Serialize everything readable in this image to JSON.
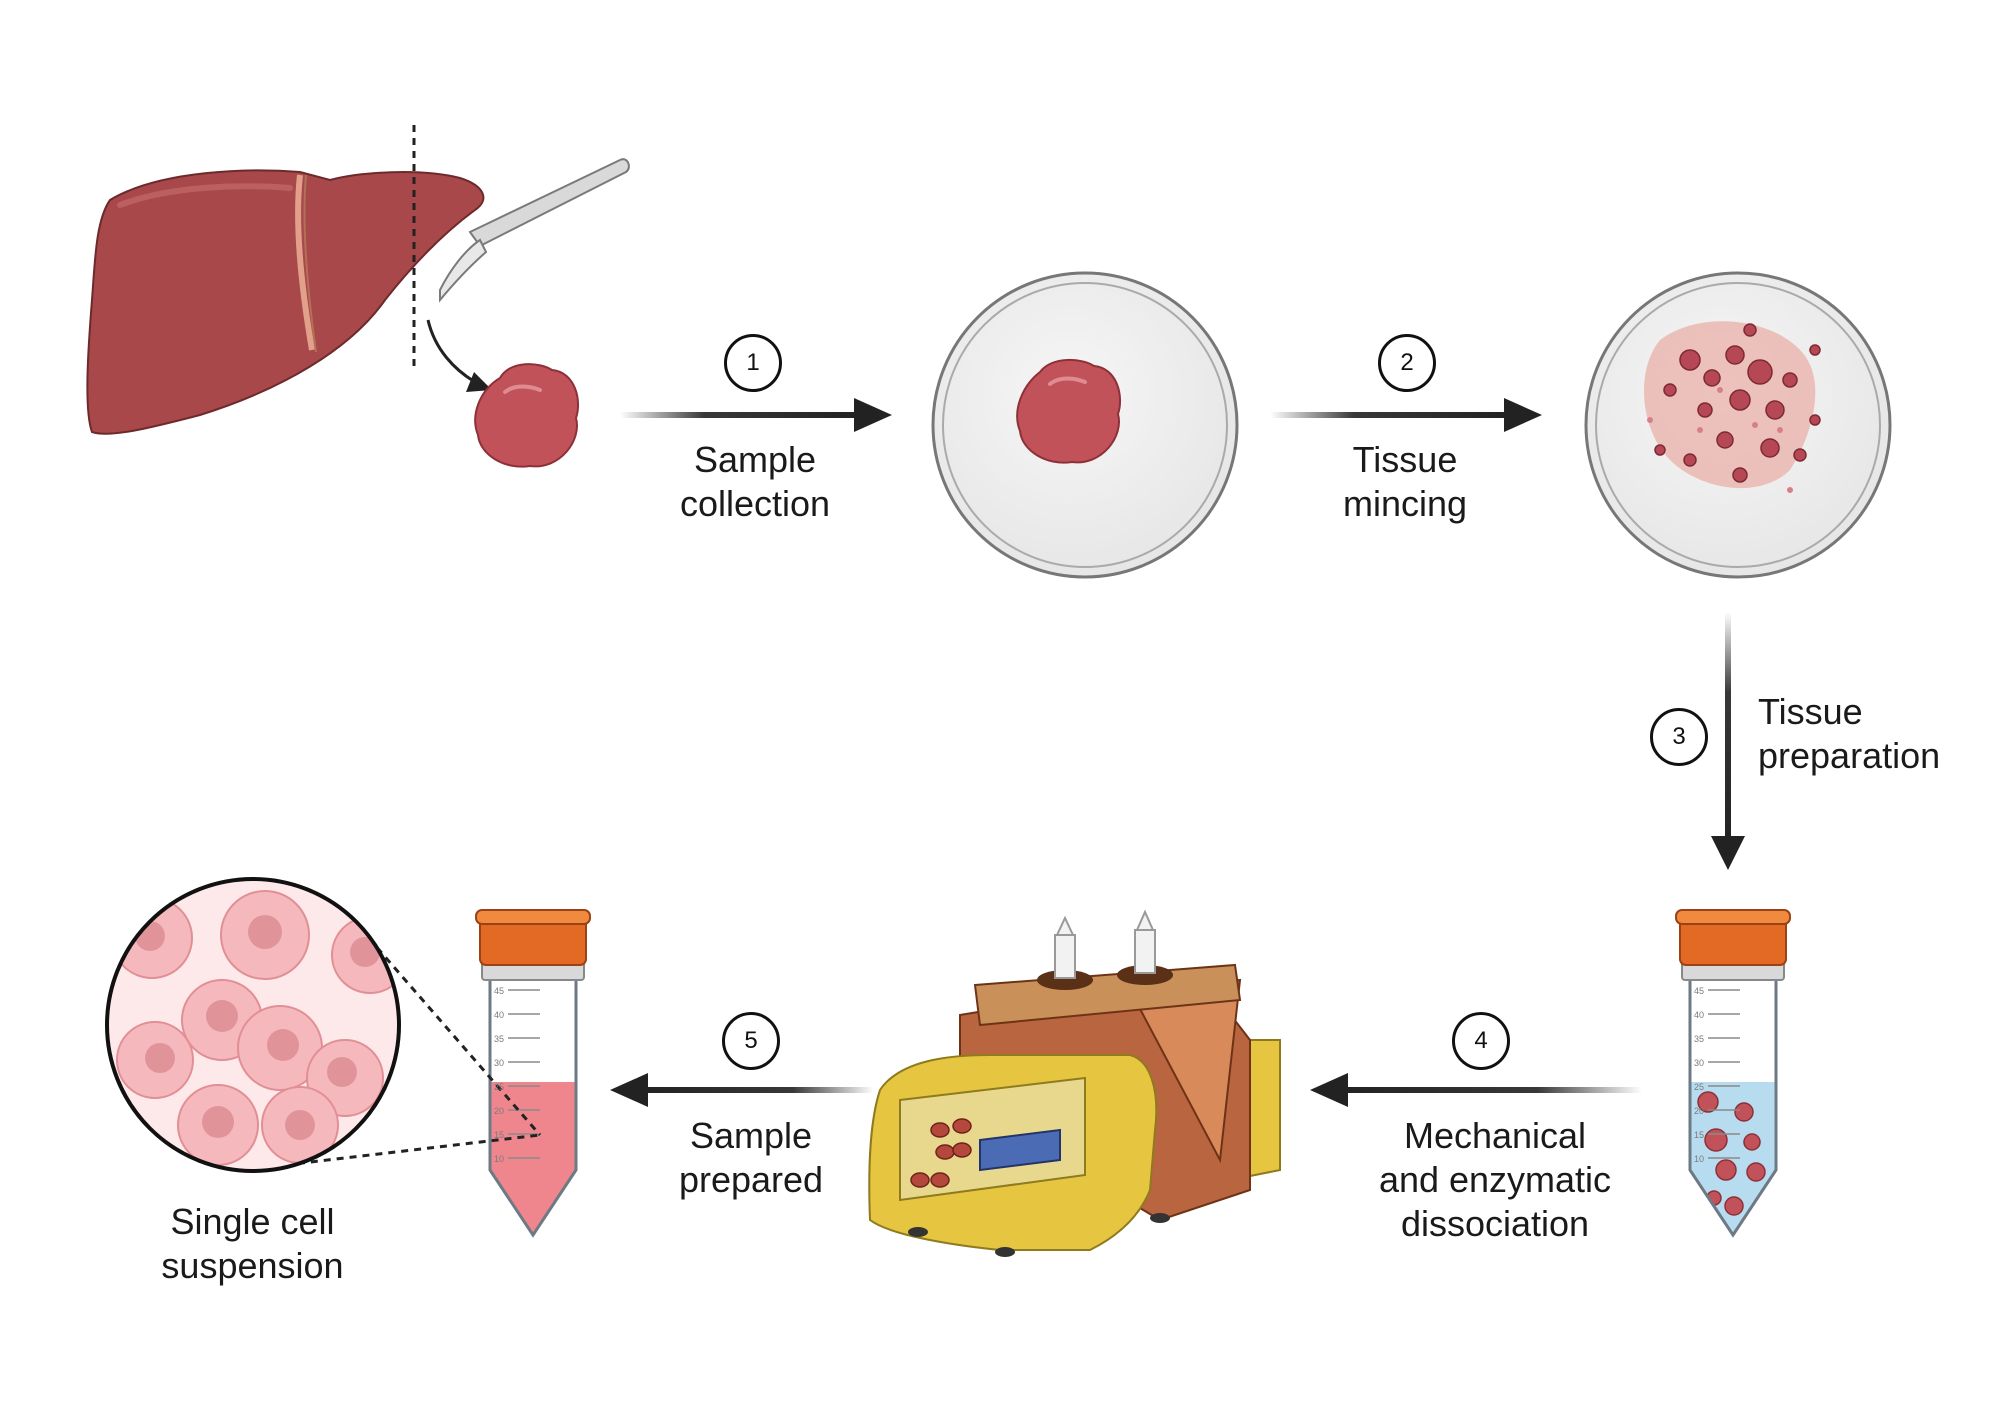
{
  "steps": [
    {
      "number": "1",
      "line1": "Sample",
      "line2": "collection"
    },
    {
      "number": "2",
      "line1": "Tissue",
      "line2": "mincing"
    },
    {
      "number": "3",
      "line1": "Tissue",
      "line2": "preparation"
    },
    {
      "number": "4",
      "line1": "Mechanical",
      "line2": "and enzymatic",
      "line3": "dissociation"
    },
    {
      "number": "5",
      "line1": "Sample",
      "line2": "prepared"
    }
  ],
  "result": {
    "line1": "Single cell",
    "line2": "suspension"
  },
  "tube_graduations": [
    "45",
    "40",
    "35",
    "30",
    "25",
    "20",
    "15",
    "10"
  ],
  "colors": {
    "liver": "#a8484a",
    "tissue": "#c2525a",
    "tube_cap": "#e36a24",
    "pink_liquid": "#f0868d",
    "blue_liquid": "#b8dcef",
    "instrument_body": "#e6c640",
    "instrument_block": "#b96540",
    "arrow": "#222222"
  }
}
